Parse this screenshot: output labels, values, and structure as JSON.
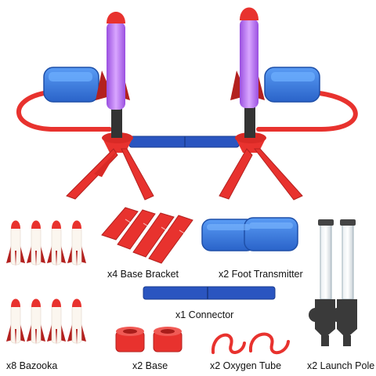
{
  "colors": {
    "red": "#e8322e",
    "dark_red": "#b3211f",
    "blue": "#2f6fd6",
    "light_blue": "#4d8ff0",
    "purple": "#b069e8",
    "dark_gray": "#333333",
    "clear": "#cfd8dc"
  },
  "parts": [
    {
      "key": "bazooka",
      "label": "x8 Bazooka",
      "icon": "foam-rocket-icon"
    },
    {
      "key": "base_bracket",
      "label": "x4 Base Bracket",
      "icon": "base-bracket-icon"
    },
    {
      "key": "foot_transmitter",
      "label": "x2 Foot Transmitter",
      "icon": "foot-pump-icon"
    },
    {
      "key": "connector",
      "label": "x1 Connector",
      "icon": "connector-bar-icon"
    },
    {
      "key": "base",
      "label": "x2 Base",
      "icon": "base-ring-icon"
    },
    {
      "key": "oxygen_tube",
      "label": "x2 Oxygen Tube",
      "icon": "air-tube-icon"
    },
    {
      "key": "launch_pole",
      "label": "x2 Launch Pole",
      "icon": "launch-pole-icon"
    }
  ]
}
